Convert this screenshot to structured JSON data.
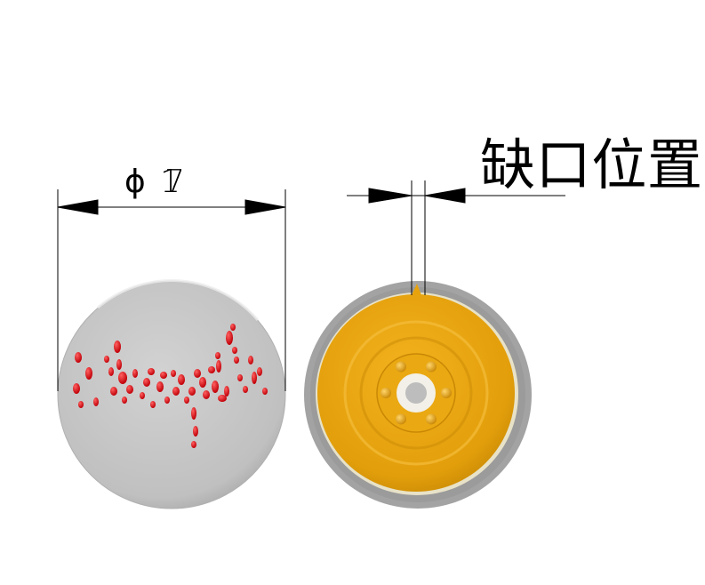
{
  "dimension": {
    "symbol": "ϕ",
    "value": "17"
  },
  "notch_label": "缺口位置",
  "colors": {
    "disc_gray": "#c4c4c4",
    "rim_gray": "#9a9a9a",
    "diaphragm_orange": "#e8a30c",
    "dots_red": "#e0141a"
  }
}
